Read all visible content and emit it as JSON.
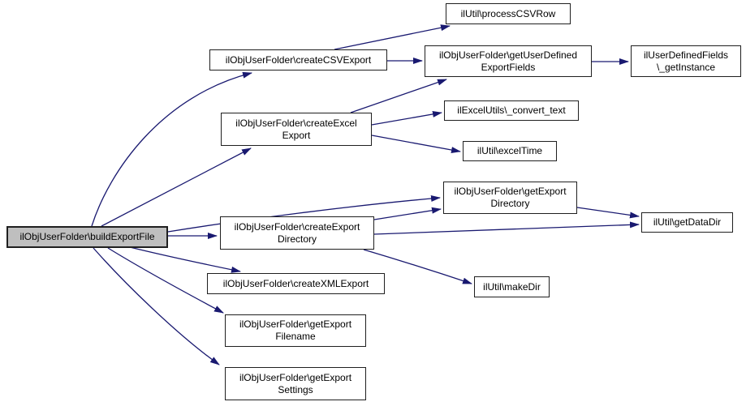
{
  "diagram": {
    "type": "call-graph",
    "edge_color": "#191970",
    "node_fill": "#ffffff",
    "node_border_color": "#1f1f1f",
    "root_node_fill": "#bfbfbf",
    "nodes": [
      {
        "id": "buildExportFile",
        "root": true,
        "lines": [
          "ilObjUserFolder\\buildExportFile"
        ]
      },
      {
        "id": "processCSVRow",
        "root": false,
        "lines": [
          "ilUtil\\processCSVRow"
        ]
      },
      {
        "id": "createCSVExport",
        "root": false,
        "lines": [
          "ilObjUserFolder\\createCSVExport"
        ]
      },
      {
        "id": "getUserDefinedExportFields",
        "root": false,
        "lines": [
          "ilObjUserFolder\\getUserDefined",
          "ExportFields"
        ]
      },
      {
        "id": "getInstance",
        "root": false,
        "lines": [
          "ilUserDefinedFields",
          "\\_getInstance"
        ]
      },
      {
        "id": "createExcelExport",
        "root": false,
        "lines": [
          "ilObjUserFolder\\createExcel",
          "Export"
        ]
      },
      {
        "id": "convertText",
        "root": false,
        "lines": [
          "ilExcelUtils\\_convert_text"
        ]
      },
      {
        "id": "excelTime",
        "root": false,
        "lines": [
          "ilUtil\\excelTime"
        ]
      },
      {
        "id": "getExportDirectory",
        "root": false,
        "lines": [
          "ilObjUserFolder\\getExport",
          "Directory"
        ]
      },
      {
        "id": "getDataDir",
        "root": false,
        "lines": [
          "ilUtil\\getDataDir"
        ]
      },
      {
        "id": "createExportDirectory",
        "root": false,
        "lines": [
          "ilObjUserFolder\\createExport",
          "Directory"
        ]
      },
      {
        "id": "makeDir",
        "root": false,
        "lines": [
          "ilUtil\\makeDir"
        ]
      },
      {
        "id": "createXMLExport",
        "root": false,
        "lines": [
          "ilObjUserFolder\\createXMLExport"
        ]
      },
      {
        "id": "getExportFilename",
        "root": false,
        "lines": [
          "ilObjUserFolder\\getExport",
          "Filename"
        ]
      },
      {
        "id": "getExportSettings",
        "root": false,
        "lines": [
          "ilObjUserFolder\\getExport",
          "Settings"
        ]
      }
    ],
    "edges": [
      {
        "from": "buildExportFile",
        "to": "createCSVExport"
      },
      {
        "from": "buildExportFile",
        "to": "createExcelExport"
      },
      {
        "from": "buildExportFile",
        "to": "getExportDirectory"
      },
      {
        "from": "buildExportFile",
        "to": "createExportDirectory"
      },
      {
        "from": "buildExportFile",
        "to": "createXMLExport"
      },
      {
        "from": "buildExportFile",
        "to": "getExportFilename"
      },
      {
        "from": "buildExportFile",
        "to": "getExportSettings"
      },
      {
        "from": "createCSVExport",
        "to": "processCSVRow"
      },
      {
        "from": "createCSVExport",
        "to": "getUserDefinedExportFields"
      },
      {
        "from": "createExcelExport",
        "to": "getUserDefinedExportFields"
      },
      {
        "from": "createExcelExport",
        "to": "convertText"
      },
      {
        "from": "createExcelExport",
        "to": "excelTime"
      },
      {
        "from": "getUserDefinedExportFields",
        "to": "getInstance"
      },
      {
        "from": "createExportDirectory",
        "to": "getExportDirectory"
      },
      {
        "from": "createExportDirectory",
        "to": "getDataDir"
      },
      {
        "from": "createExportDirectory",
        "to": "makeDir"
      },
      {
        "from": "getExportDirectory",
        "to": "getDataDir"
      }
    ]
  }
}
